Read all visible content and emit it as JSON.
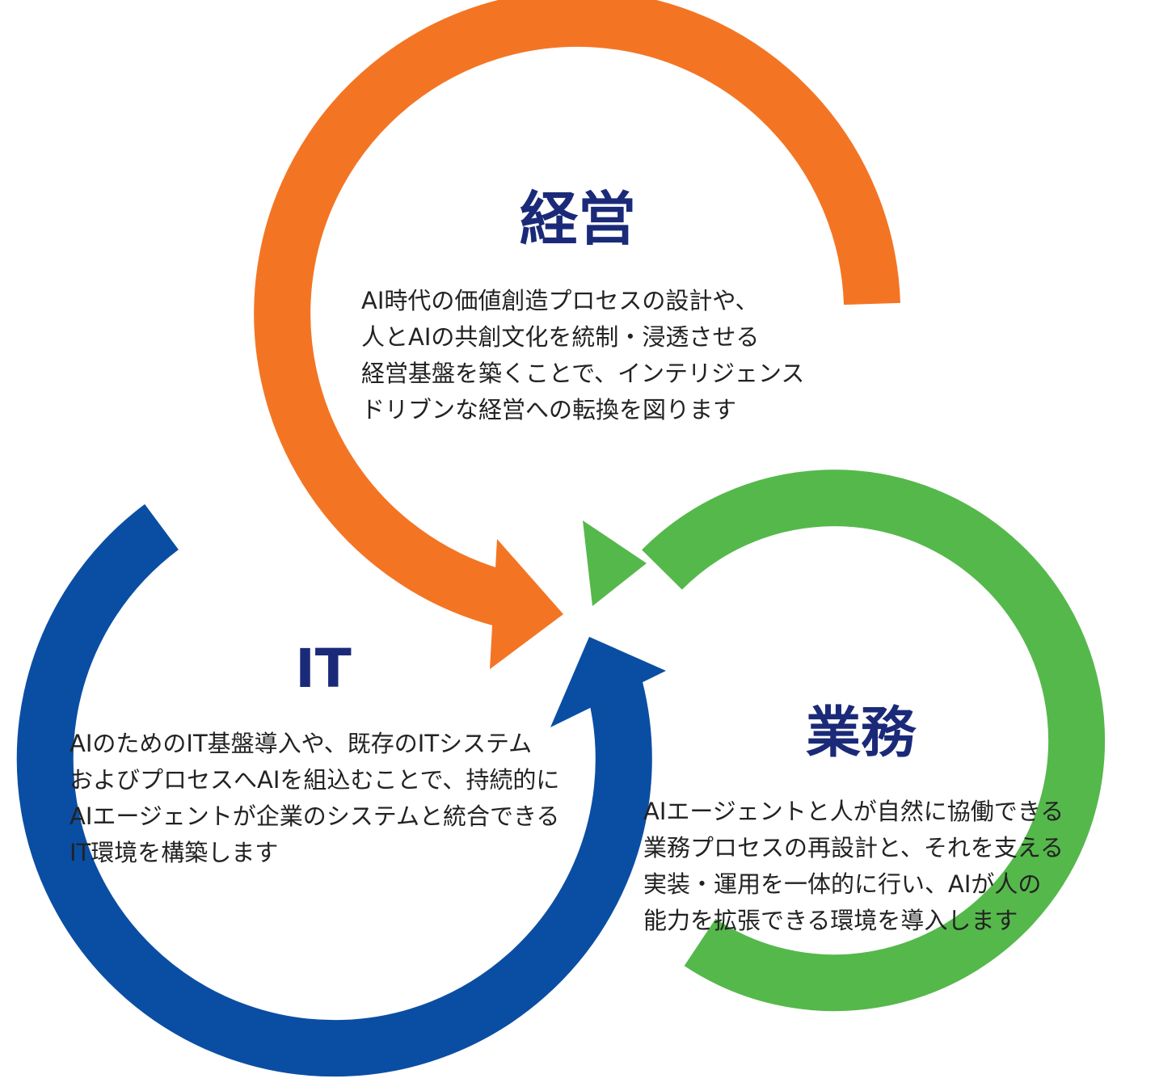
{
  "colors": {
    "keiei": "#f37524",
    "gyomu": "#55b84b",
    "it": "#0a4ea3",
    "title": "#1b2a78",
    "text": "#222222"
  },
  "keiei": {
    "title": "経営",
    "lines": [
      "AI時代の価値創造プロセスの設計や、",
      "人とAIの共創文化を統制・浸透させる",
      "経営基盤を築くことで、インテリジェンス",
      "ドリブンな経営への転換を図ります"
    ]
  },
  "it": {
    "title": "IT",
    "lines": [
      "AIのためのIT基盤導入や、既存のITシステム",
      "およびプロセスへAIを組込むことで、持続的に",
      "AIエージェントが企業のシステムと統合できる",
      "IT環境を構築します"
    ]
  },
  "gyomu": {
    "title": "業務",
    "lines": [
      "AIエージェントと人が自然に協働できる",
      "業務プロセスの再設計と、それを支える",
      "実装・運用を一体的に行い、AIが人の",
      "能力を拡張できる環境を導入します"
    ]
  }
}
